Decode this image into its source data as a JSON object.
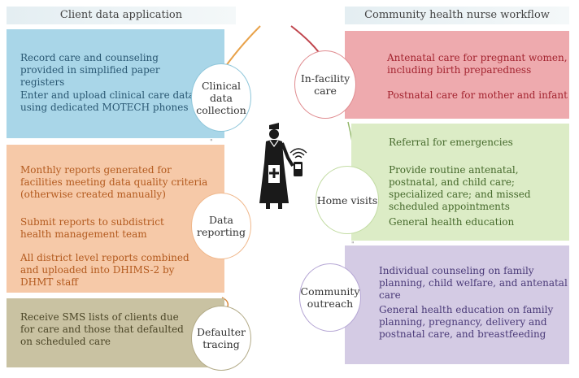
{
  "left_header": "Client data application",
  "right_header": "Community health nurse workflow",
  "sections": {
    "clinical": {
      "circle": "Clinical\ndata\ncollection",
      "items": [
        "Record care and counseling provided in simplified paper registers",
        "Enter and upload clinical care data using dedicated MOTECH phones"
      ]
    },
    "reporting": {
      "circle": "Data\nreporting",
      "items": [
        "Monthly reports generated for facilities meeting data quality criteria (otherwise created manually)",
        "Submit reports to subdistrict health management team",
        "All district level reports combined and uploaded into DHIMS-2 by DHMT staff"
      ]
    },
    "defaulter": {
      "circle": "Defaulter\ntracing",
      "items": [
        "Receive SMS lists of clients due for care and those that defaulted on scheduled care"
      ]
    },
    "infacility": {
      "circle": "In-facility\ncare",
      "items": [
        "Antenatal care for pregnant women, including birth preparedness",
        "Postnatal care for mother and infant"
      ]
    },
    "home": {
      "circle": "Home visits",
      "items": [
        "Referral for emergencies",
        "Provide routine antenatal, postnatal, and child care; specialized care; and missed scheduled appointments",
        "General health education"
      ]
    },
    "outreach": {
      "circle": "Community\noutreach",
      "items": [
        "Individual counseling on family planning, child welfare, and antenatal care",
        "General health education on family planning, pregnancy, delivery and postnatal care, and breastfeeding"
      ]
    }
  },
  "colors": {
    "clinical": "#a9d6e8",
    "reporting": "#f6c9a8",
    "defaulter": "#c9c2a2",
    "infacility": "#eeaaae",
    "home": "#dcecc6",
    "outreach": "#d4cbe4"
  },
  "icons": [
    "nurse-icon",
    "phone-icon",
    "wireless-signal-icon"
  ]
}
